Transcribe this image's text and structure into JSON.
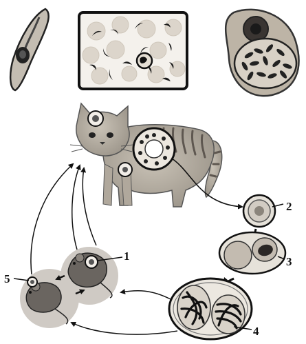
{
  "diagram": {
    "stage_labels": {
      "one": "1",
      "two": "2",
      "three": "3",
      "four": "4",
      "five": "5"
    },
    "colors": {
      "ink": "#111111",
      "cat_fur": "#b9b1a4",
      "cat_stripe": "#5e5750",
      "rbc": "#d9d2c8",
      "mouse_disc": "#cfcac4",
      "wall": "#e6e2da"
    },
    "icons": [
      "tachyzoite-icon",
      "blood-smear-icon",
      "tissue-cyst-icon",
      "cat-icon",
      "mouse-icon",
      "oocyst-icon"
    ]
  }
}
